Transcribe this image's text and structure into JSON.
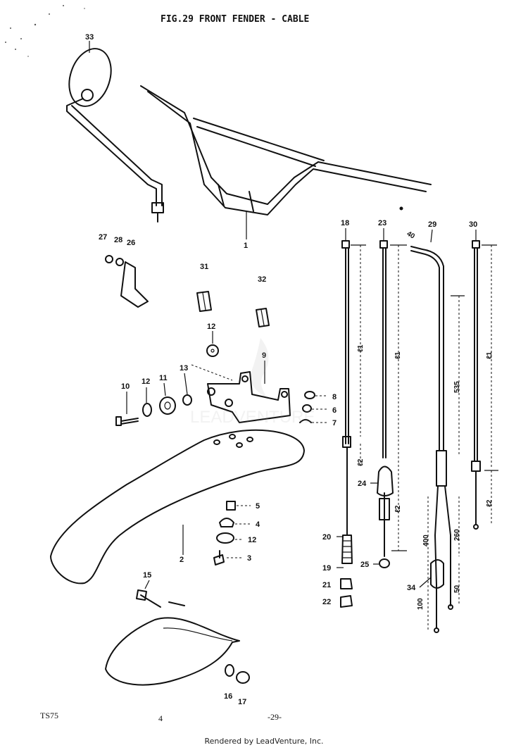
{
  "header": {
    "figure_title": "FIG.29  FRONT FENDER - CABLE"
  },
  "footer": {
    "model": "TS75",
    "note": "4",
    "page_number": "-29-",
    "rendered_by": "Rendered by LeadVenture, Inc."
  },
  "watermark": {
    "text": "LEADVENTURE"
  },
  "callouts": {
    "c1": "1",
    "c2": "2",
    "c3": "3",
    "c4": "4",
    "c5": "5",
    "c6": "6",
    "c7": "7",
    "c8": "8",
    "c9": "9",
    "c10": "10",
    "c11": "11",
    "c12a": "12",
    "c12b": "12",
    "c12c": "12",
    "c13": "13",
    "c15": "15",
    "c16": "16",
    "c17": "17",
    "c18": "18",
    "c19": "19",
    "c20": "20",
    "c21": "21",
    "c22": "22",
    "c23": "23",
    "c24": "24",
    "c25": "25",
    "c26": "26",
    "c27": "27",
    "c28": "28",
    "c29": "29",
    "c30": "30",
    "c31": "31",
    "c32": "32",
    "c33": "33",
    "c34": "34"
  },
  "dimensions": {
    "l1_a": "ℓ1",
    "l2_a": "ℓ2",
    "l1_b": "ℓ1",
    "l2_b": "ℓ2",
    "l1_c": "ℓ1",
    "l2_c": "ℓ2",
    "d40": "40",
    "d535": "535",
    "d400": "400",
    "d260": "260",
    "d50": "50",
    "d100": "100"
  }
}
